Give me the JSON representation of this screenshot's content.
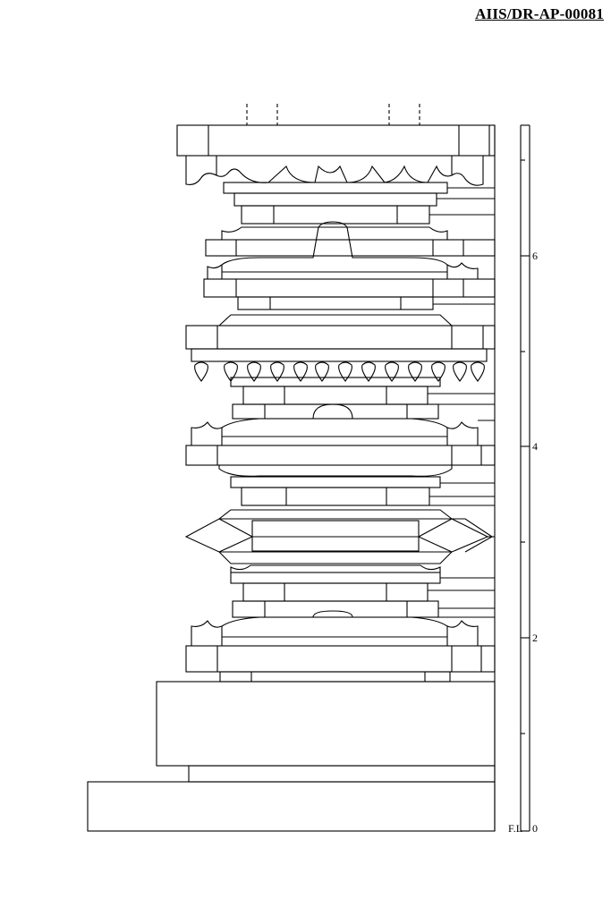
{
  "reference_id": "AIIS/DR-AP-00081",
  "scale": {
    "labels": [
      {
        "value": "0",
        "text": "0"
      },
      {
        "value": "2",
        "text": "2"
      },
      {
        "value": "4",
        "text": "4"
      },
      {
        "value": "6",
        "text": "6"
      }
    ],
    "floor_marker": "F.L"
  },
  "colors": {
    "line": "#000000",
    "background": "#ffffff"
  }
}
